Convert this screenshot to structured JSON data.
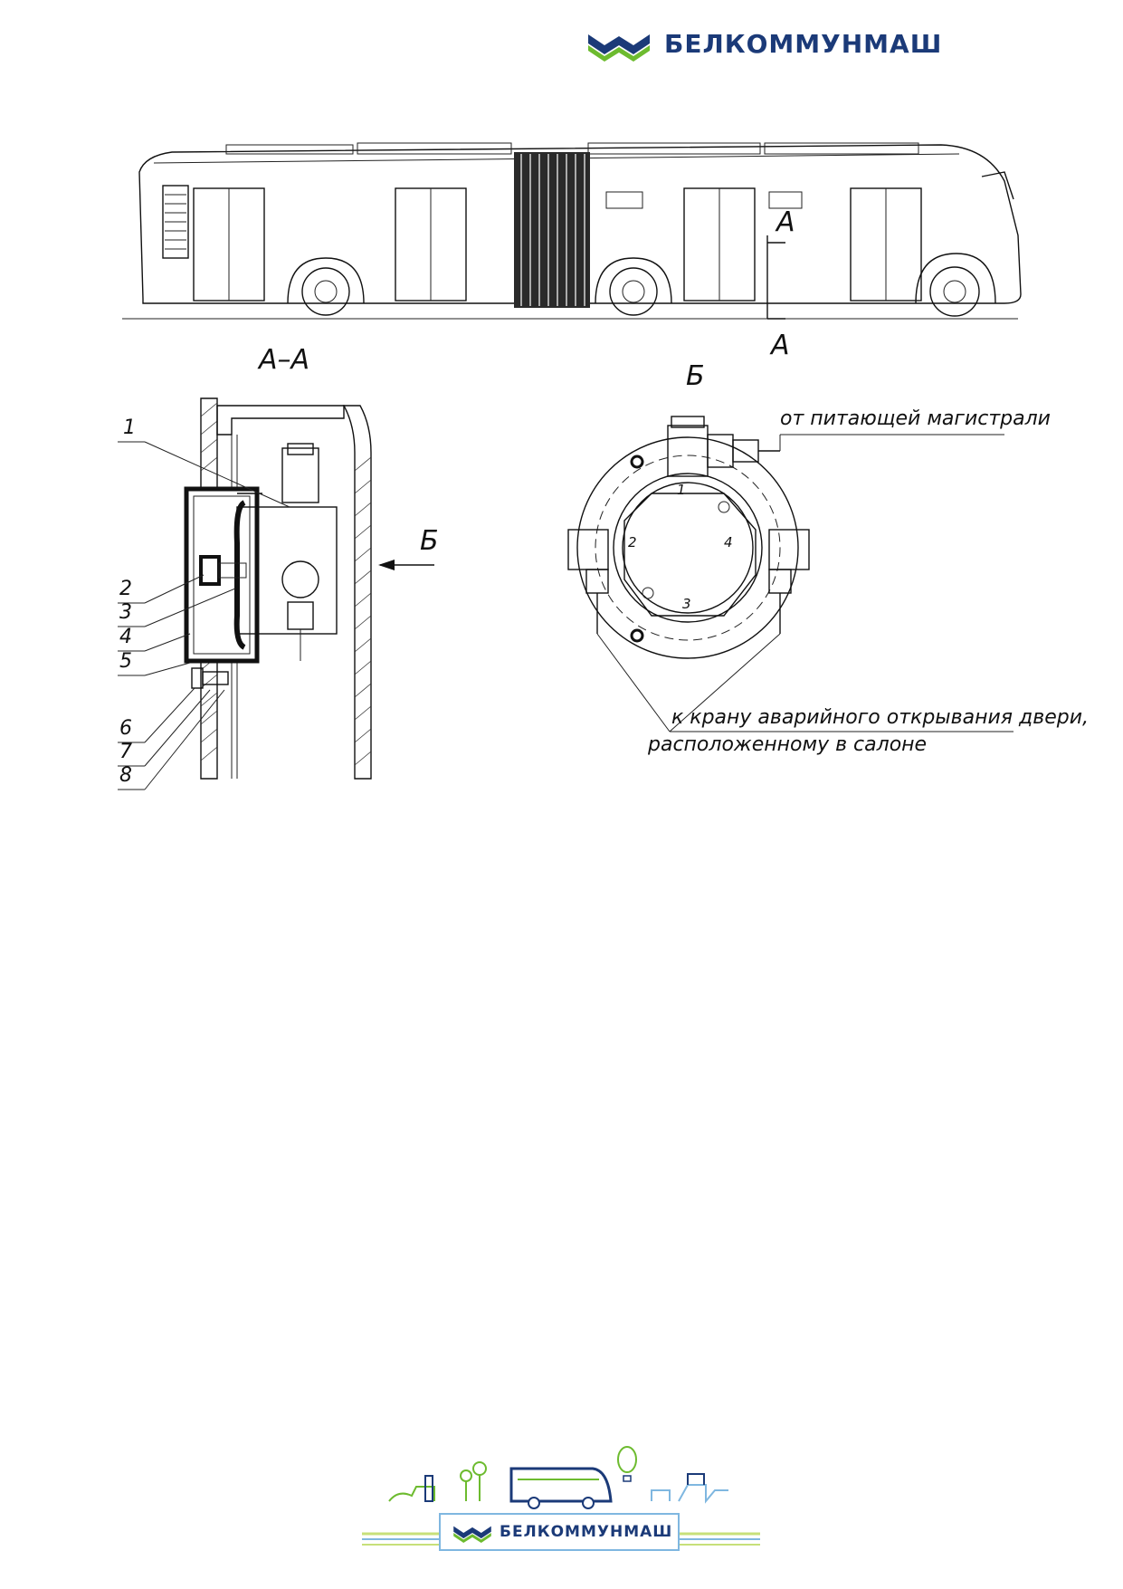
{
  "header": {
    "brand": "БЕЛКОММУНМАШ"
  },
  "diagram": {
    "section_marker_top": "А",
    "section_marker_bottom": "А",
    "section_title": "А–А",
    "view_title": "Б",
    "view_arrow_label": "Б",
    "callouts": [
      "1",
      "2",
      "3",
      "4",
      "5",
      "6",
      "7",
      "8"
    ],
    "ring_labels": [
      "1",
      "2",
      "3",
      "4"
    ],
    "supply_label": "от питающей магистрали",
    "valve_label_line1": "к крану аварийного открывания двери,",
    "valve_label_line2": "расположенному в салоне"
  },
  "footer": {
    "brand": "БЕЛКОММУНМАШ"
  },
  "colors": {
    "brand_blue": "#1b3a78",
    "brand_green": "#6dbb2f",
    "footer_line_green": "#c7e07a",
    "footer_line_blue": "#7fb7e0"
  }
}
